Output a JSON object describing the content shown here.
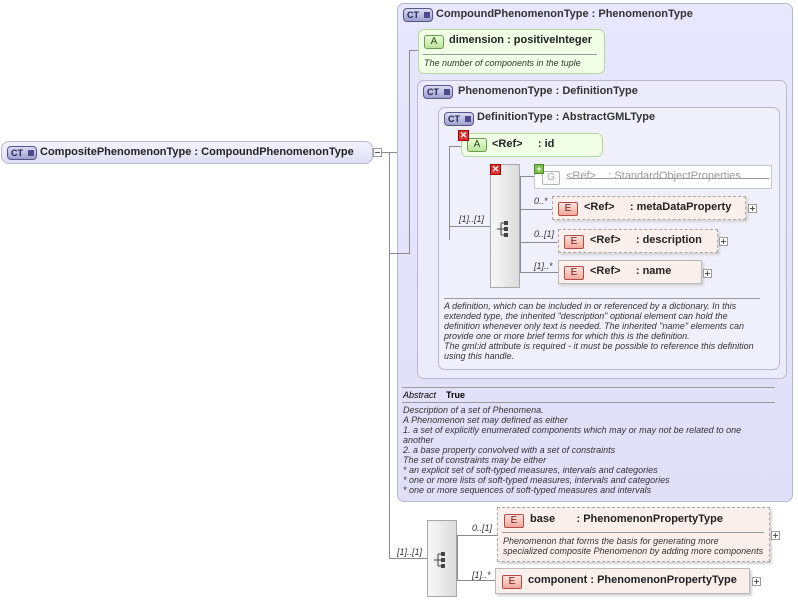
{
  "badges": {
    "ct": "CT",
    "attribute": "A",
    "element": "E",
    "group": "G"
  },
  "root": {
    "name": "CompositePhenomenonType",
    "type": "CompoundPhenomenonType"
  },
  "compound": {
    "name": "CompoundPhenomenonType",
    "type": "PhenomenonType",
    "dimension": {
      "name": "dimension",
      "type": "positiveInteger",
      "doc": "The number of components in the tuple"
    }
  },
  "phenomenon": {
    "name": "PhenomenonType",
    "type": "DefinitionType"
  },
  "definition": {
    "name": "DefinitionType",
    "type": "AbstractGMLType",
    "id_ref": {
      "name": "<Ref>",
      "type": "id"
    },
    "sequence_cardinality": "[1]..[1]",
    "group": {
      "name": "<Ref>",
      "type": "StandardObjectProperties"
    },
    "elements": [
      {
        "cardinality": "0..*",
        "name": "<Ref>",
        "type": "metaDataProperty"
      },
      {
        "cardinality": "0..[1]",
        "name": "<Ref>",
        "type": "description"
      },
      {
        "cardinality": "[1]..*",
        "name": "<Ref>",
        "type": "name"
      }
    ],
    "doc": [
      "A definition, which can be included in or referenced by a dictionary. In this",
      "extended type, the inherited \"description\" optional element can hold the",
      "definition whenever only text is needed. The inherited \"name\" elements can",
      "provide one or more brief terms for which this is the definition.",
      "The gml:id attribute is required - it must be possible to reference this definition",
      "using this handle."
    ]
  },
  "abstract": {
    "label": "Abstract",
    "value": "True"
  },
  "compound_doc": [
    "Description of a set of Phenomena.",
    "A Phenomenon set may defined as either",
    "1. a set of explicitly enumerated components which may or may not be related to one",
    "another",
    "2. a base property convolved with a set of constraints",
    "The set of constraints may be either",
    "* an explicit set of soft-typed measures, intervals and categories",
    "* one or more lists of soft-typed measures, intervals and categories",
    "* one or more sequences of soft-typed measures and intervals"
  ],
  "bottom": {
    "sequence_cardinality": "[1]..[1]",
    "base": {
      "cardinality": "0..[1]",
      "name": "base",
      "type": "PhenomenonPropertyType",
      "doc": [
        "Phenomenon that forms the basis for generating more",
        "specialized composite Phenomenon by adding more components"
      ]
    },
    "component": {
      "cardinality": "[1]..*",
      "name": "component",
      "type": "PhenomenonPropertyType"
    }
  }
}
